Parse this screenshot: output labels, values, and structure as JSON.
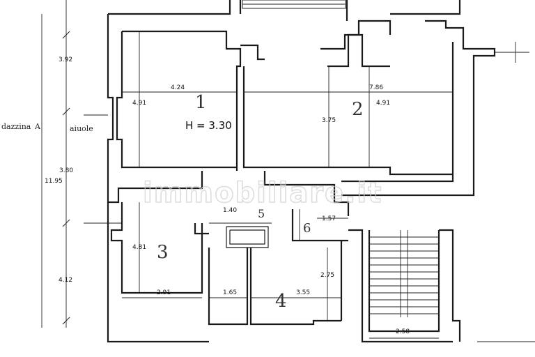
{
  "labels": {
    "terrace_left": "dazzina",
    "terrace_mark": "A",
    "flowerbeds": "aiuole",
    "height": "H = 3.30"
  },
  "rooms": {
    "r1": "1",
    "r2": "2",
    "r3": "3",
    "r4": "4",
    "r5": "5",
    "r6": "6"
  },
  "dimensions": {
    "left_top": "3.92",
    "left_total": "11.95",
    "left_mid": "3.80",
    "left_bottom": "4.12",
    "room1_width": "4.24",
    "room1_depth": "4.91",
    "room2_width": "7.86",
    "room2_depth": "4.91",
    "room2_inner": "3.75",
    "corridor_width": "1.40",
    "closet_depth": "1.57",
    "room3_depth": "4.81",
    "room3_width": "2.91",
    "bath_width": "1.65",
    "room4_width": "3.55",
    "room4_depth": "2.75",
    "stair_width": "2.58"
  },
  "watermark": "immobiliare.it"
}
